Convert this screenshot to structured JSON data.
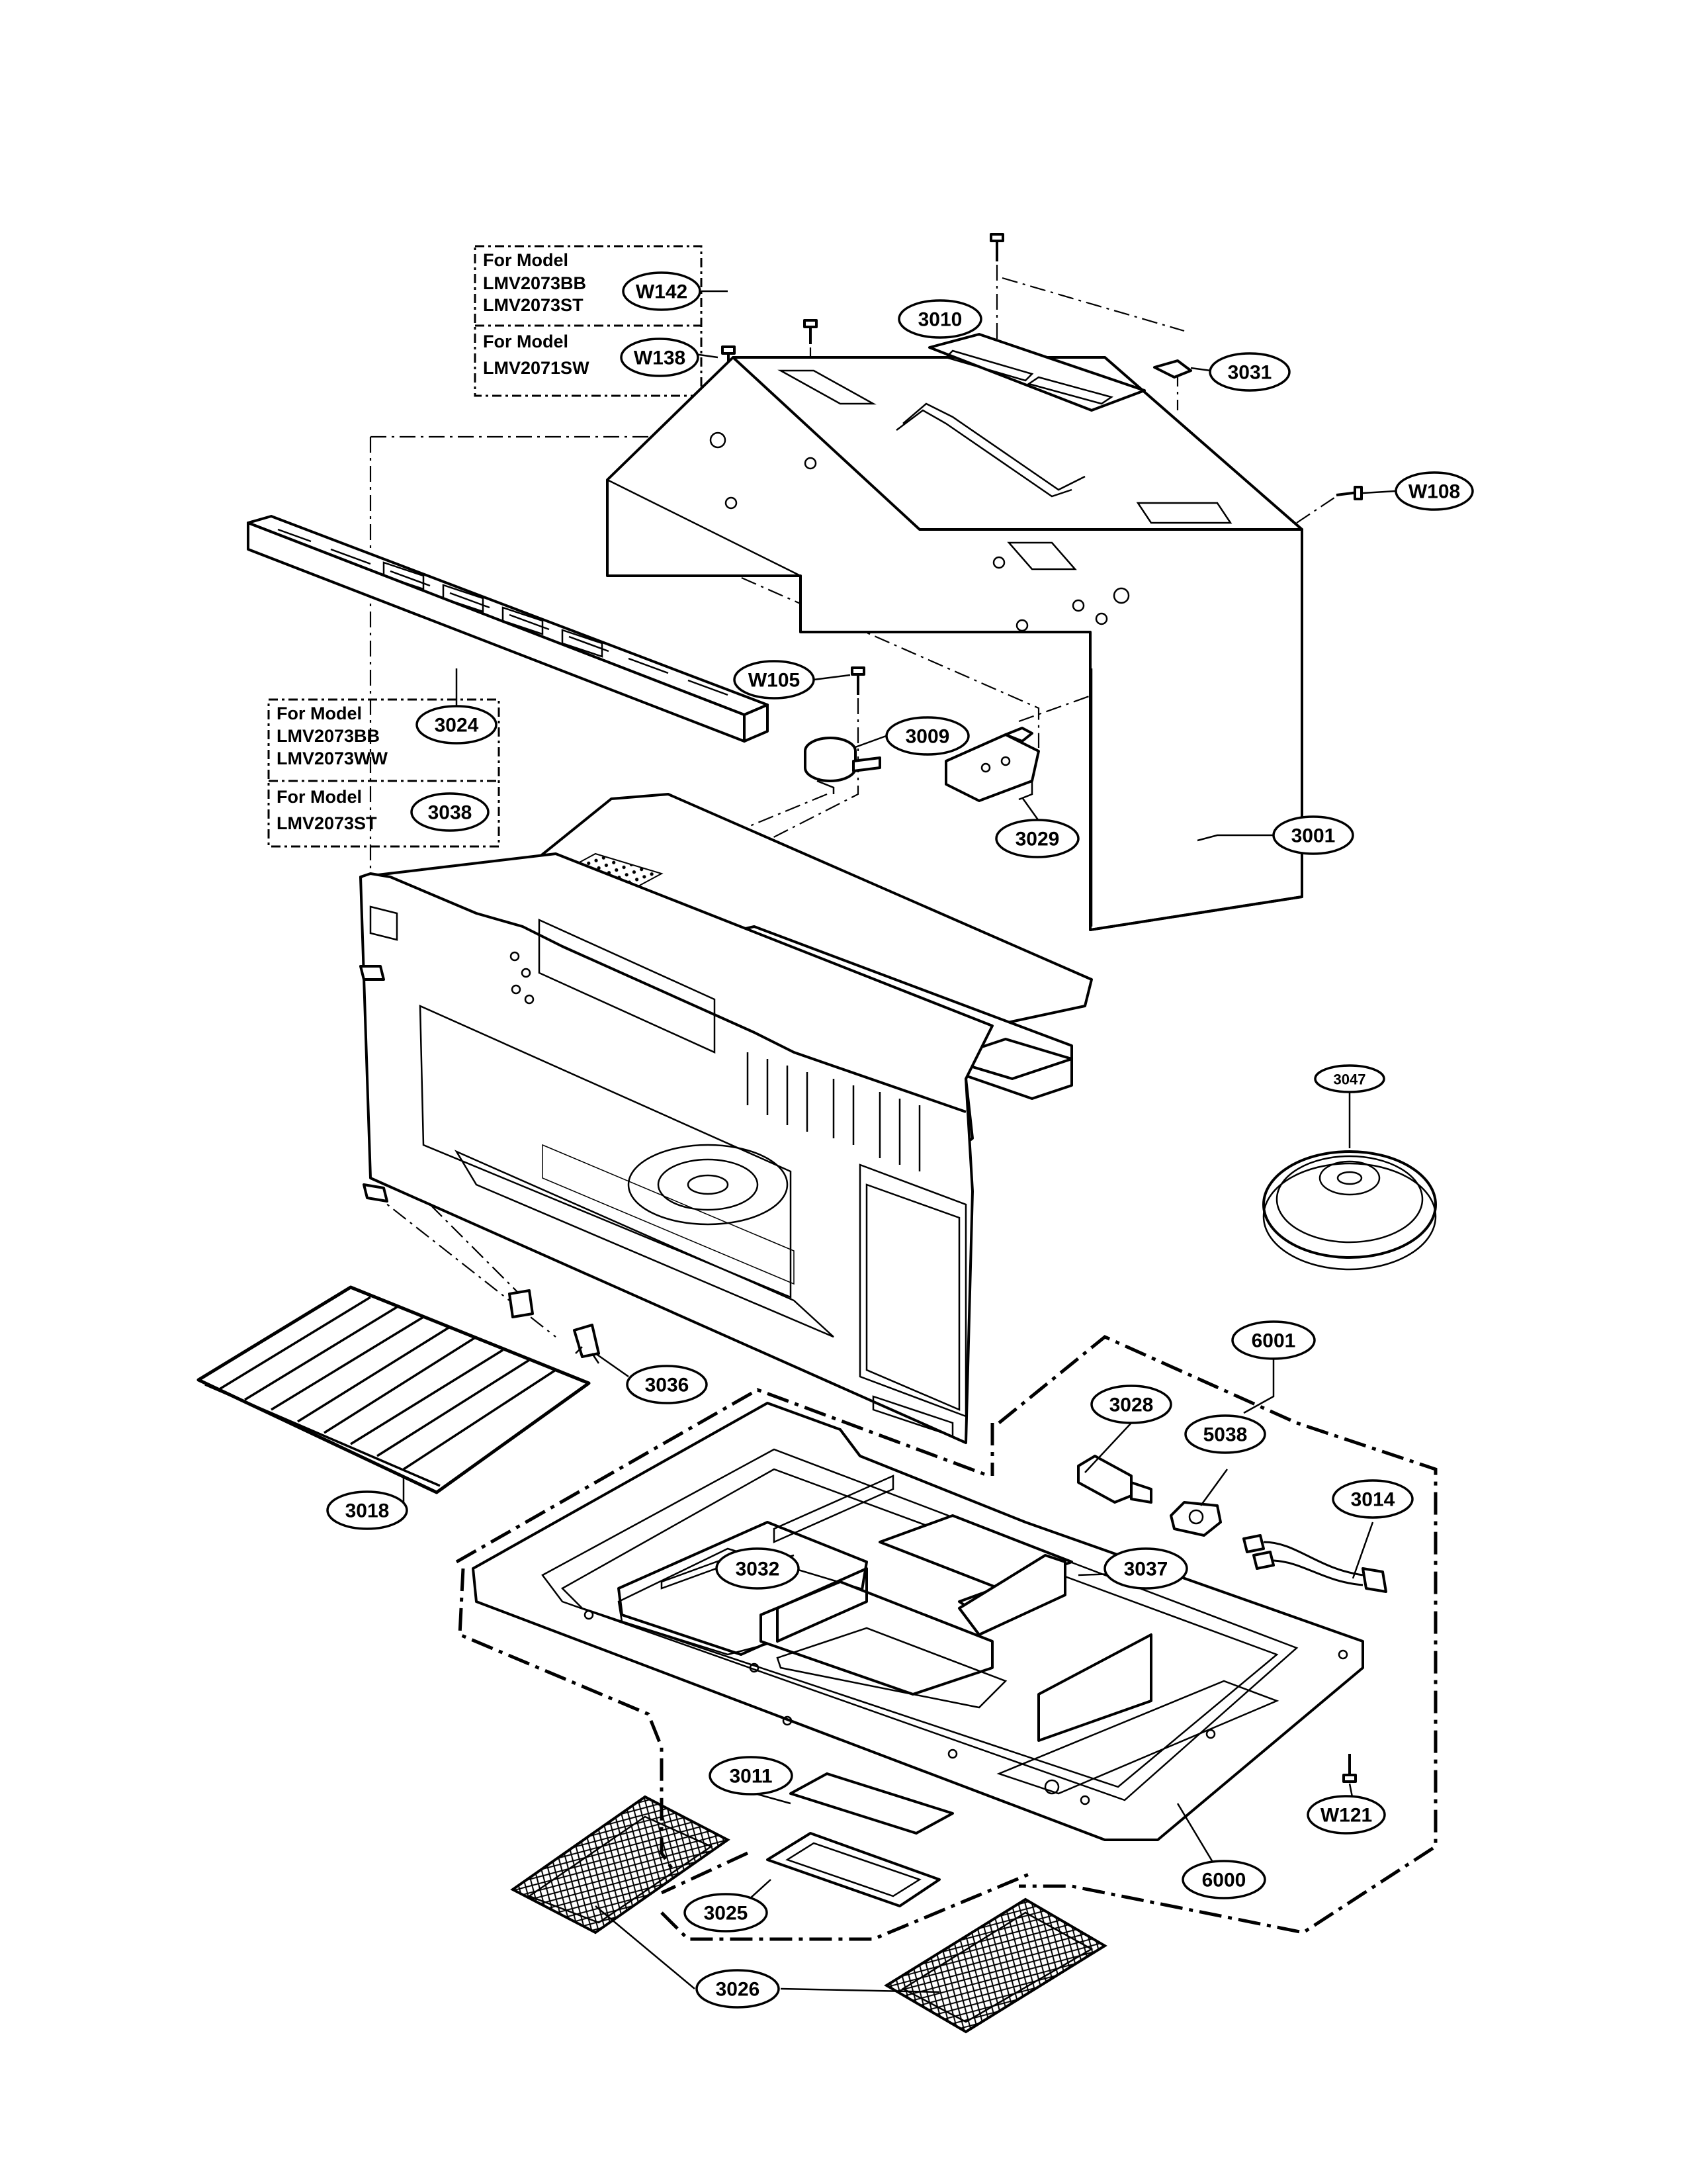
{
  "callouts": [
    {
      "id": "W142",
      "label": "W142"
    },
    {
      "id": "W138",
      "label": "W138"
    },
    {
      "id": "3010",
      "label": "3010"
    },
    {
      "id": "3031",
      "label": "3031"
    },
    {
      "id": "W108",
      "label": "W108"
    },
    {
      "id": "W105",
      "label": "W105"
    },
    {
      "id": "3009",
      "label": "3009"
    },
    {
      "id": "3024",
      "label": "3024"
    },
    {
      "id": "3038",
      "label": "3038"
    },
    {
      "id": "3029",
      "label": "3029"
    },
    {
      "id": "3001",
      "label": "3001"
    },
    {
      "id": "3047",
      "label": "3047"
    },
    {
      "id": "6001",
      "label": "6001"
    },
    {
      "id": "3028",
      "label": "3028"
    },
    {
      "id": "5038",
      "label": "5038"
    },
    {
      "id": "3014",
      "label": "3014"
    },
    {
      "id": "3036",
      "label": "3036"
    },
    {
      "id": "3018",
      "label": "3018"
    },
    {
      "id": "3032",
      "label": "3032"
    },
    {
      "id": "3037",
      "label": "3037"
    },
    {
      "id": "3011",
      "label": "3011"
    },
    {
      "id": "W121",
      "label": "W121"
    },
    {
      "id": "6000",
      "label": "6000"
    },
    {
      "id": "3025",
      "label": "3025"
    },
    {
      "id": "3026",
      "label": "3026"
    }
  ],
  "model_boxes": {
    "top": {
      "row1": {
        "heading": "For Model",
        "line1": "LMV2073BB",
        "line2": "LMV2073ST"
      },
      "row2": {
        "heading": "For Model",
        "line1": "LMV2071SW"
      }
    },
    "left": {
      "row1": {
        "heading": "For Model",
        "line1": "LMV2073BB",
        "line2": "LMV2073WW"
      },
      "row2": {
        "heading": "For Model",
        "line1": "LMV2073ST"
      }
    }
  }
}
